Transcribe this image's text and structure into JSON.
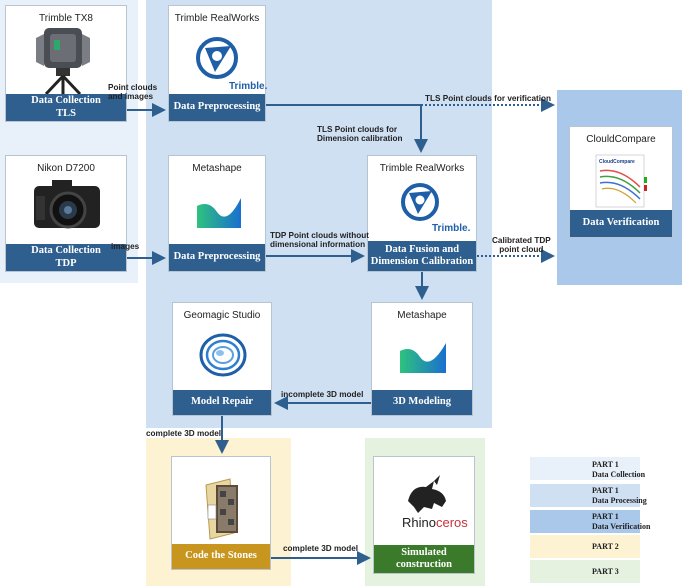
{
  "colors": {
    "part1_collection": "#e8f0f9",
    "part1_processing": "#cfe0f2",
    "part1_verification": "#a9c8ea",
    "part2": "#fdf2d2",
    "part3": "#e6f2e0",
    "bar_blue": "#2e5f8e",
    "bar_gold": "#c8961e",
    "bar_green": "#3b7a2a",
    "arrow": "#2e5f8e"
  },
  "cards": {
    "tls_collection": {
      "title": "Trimble TX8",
      "bar": [
        "Data Collection",
        "TLS"
      ]
    },
    "tls_preprocessing": {
      "title": "Trimble RealWorks",
      "bar": [
        "Data Preprocessing"
      ]
    },
    "tdp_collection": {
      "title": "Nikon D7200",
      "bar": [
        "Data Collection",
        "TDP"
      ]
    },
    "tdp_preprocessing": {
      "title": "Metashape",
      "bar": [
        "Data Preprocessing"
      ]
    },
    "fusion": {
      "title": "Trimble RealWorks",
      "bar": [
        "Data Fusion and",
        "Dimension Calibration"
      ]
    },
    "verification": {
      "title": "ClouldCompare",
      "bar": [
        "Data Verification"
      ]
    },
    "model_repair": {
      "title": "Geomagic Studio",
      "bar": [
        "Model Repair"
      ]
    },
    "modeling": {
      "title": "Metashape",
      "bar": [
        "3D Modeling"
      ]
    },
    "code_stones": {
      "title": "",
      "bar": [
        "Code the Stones"
      ]
    },
    "simulated": {
      "title": "",
      "bar": [
        "Simulated",
        "construction"
      ]
    }
  },
  "logos": {
    "trimble_word": "Trimble.",
    "cloudcompare_word": "CloudCompare",
    "rhino_word_1": "Rhino",
    "rhino_word_2": "ceros"
  },
  "edge_labels": {
    "point_clouds_images": [
      "Point clouds",
      "and images"
    ],
    "tls_verification": [
      "TLS Point clouds for verification"
    ],
    "tls_calibration": [
      "TLS Point clouds for",
      "Dimension  calibration"
    ],
    "images": [
      "images"
    ],
    "tdp_no_dim": [
      "TDP Point clouds without",
      "dimensional information"
    ],
    "calibrated_tdp": [
      "Calibrated TDP",
      "point cloud"
    ],
    "incomplete": [
      "incomplete 3D model"
    ],
    "complete_down": [
      "complete 3D model"
    ],
    "complete_right": [
      "complete 3D model"
    ]
  },
  "legend": [
    {
      "lines": [
        "PART 1",
        "Data Collection"
      ],
      "color_key": "part1_collection"
    },
    {
      "lines": [
        "PART 1",
        "Data Processing"
      ],
      "color_key": "part1_processing"
    },
    {
      "lines": [
        "PART 1",
        "Data Verification"
      ],
      "color_key": "part1_verification"
    },
    {
      "lines": [
        "PART 2"
      ],
      "color_key": "part2"
    },
    {
      "lines": [
        "PART 3"
      ],
      "color_key": "part3"
    }
  ]
}
